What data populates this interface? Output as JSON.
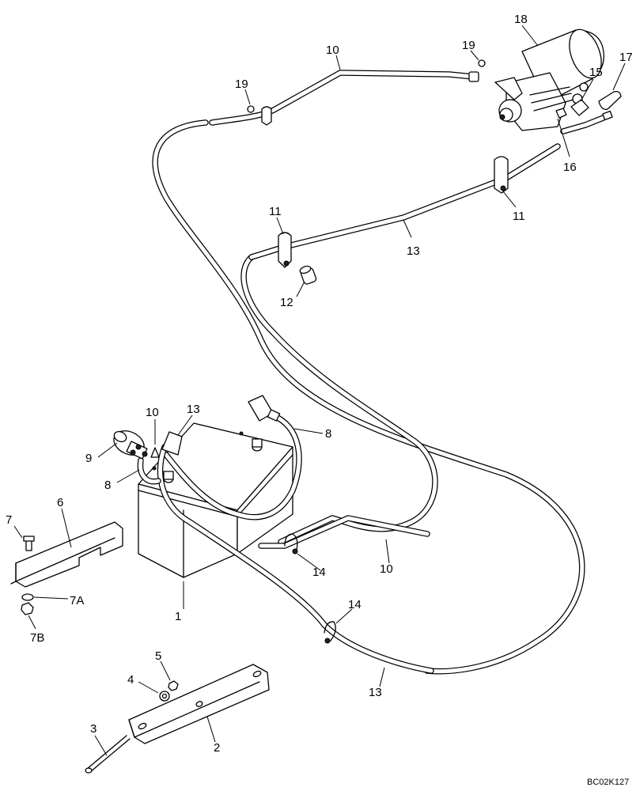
{
  "drawing_code": "BC02K127",
  "callouts": {
    "c1": "1",
    "c2": "2",
    "c3": "3",
    "c4": "4",
    "c5": "5",
    "c6": "6",
    "c7": "7",
    "c7a": "7A",
    "c7b": "7B",
    "c8a": "8",
    "c8b": "8",
    "c9": "9",
    "c10a": "10",
    "c10b": "10",
    "c10c": "10",
    "c11a": "11",
    "c11b": "11",
    "c12": "12",
    "c13a": "13",
    "c13b": "13",
    "c13c": "13",
    "c14a": "14",
    "c14b": "14",
    "c15": "15",
    "c16": "16",
    "c17": "17",
    "c18": "18",
    "c19a": "19",
    "c19b": "19"
  }
}
